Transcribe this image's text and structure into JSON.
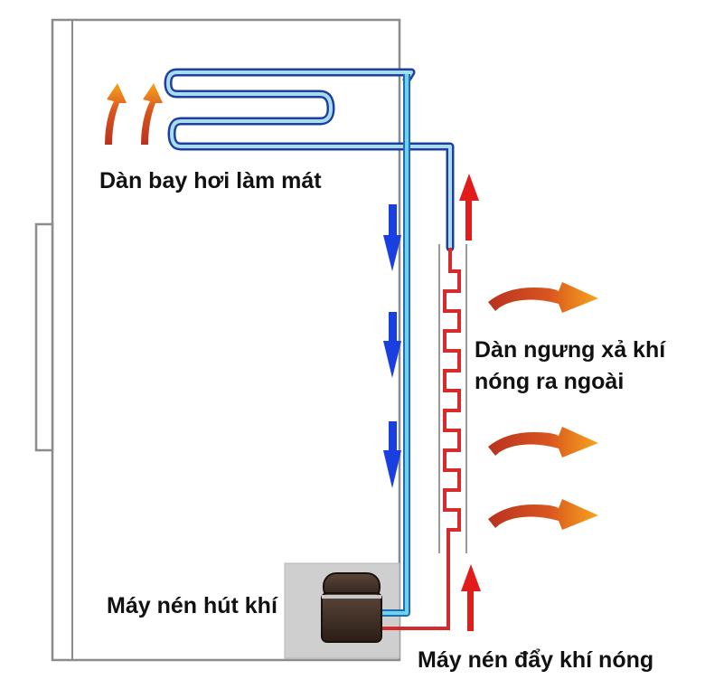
{
  "labels": {
    "evaporator": "Dàn bay hơi làm mát",
    "condenser_line1": "Dàn ngưng xả khí",
    "condenser_line2": "nóng ra ngoài",
    "compressor_suction": "Máy nén hút khí",
    "compressor_discharge": "Máy nén đẩy khí nóng"
  },
  "colors": {
    "cold_line": "#2a9fd6",
    "cold_line_outline": "#1f3f9e",
    "hot_line": "#d62b2b",
    "flow_arrow_cold": "#1a3fe0",
    "flow_arrow_hot": "#e21b1b",
    "heat_arrow_start": "#c23a22",
    "heat_arrow_end": "#f7a51c",
    "cabinet_border": "#8a8a8a",
    "compressor_box": "#c9c9c9",
    "compressor_body": "#3a2a22"
  },
  "icons": {
    "heat_rise": "heat-rise-arrow-icon",
    "heat_out": "heat-out-arrow-icon",
    "flow_down": "flow-down-arrow-icon",
    "flow_up": "flow-up-arrow-icon",
    "compressor": "compressor-icon"
  }
}
